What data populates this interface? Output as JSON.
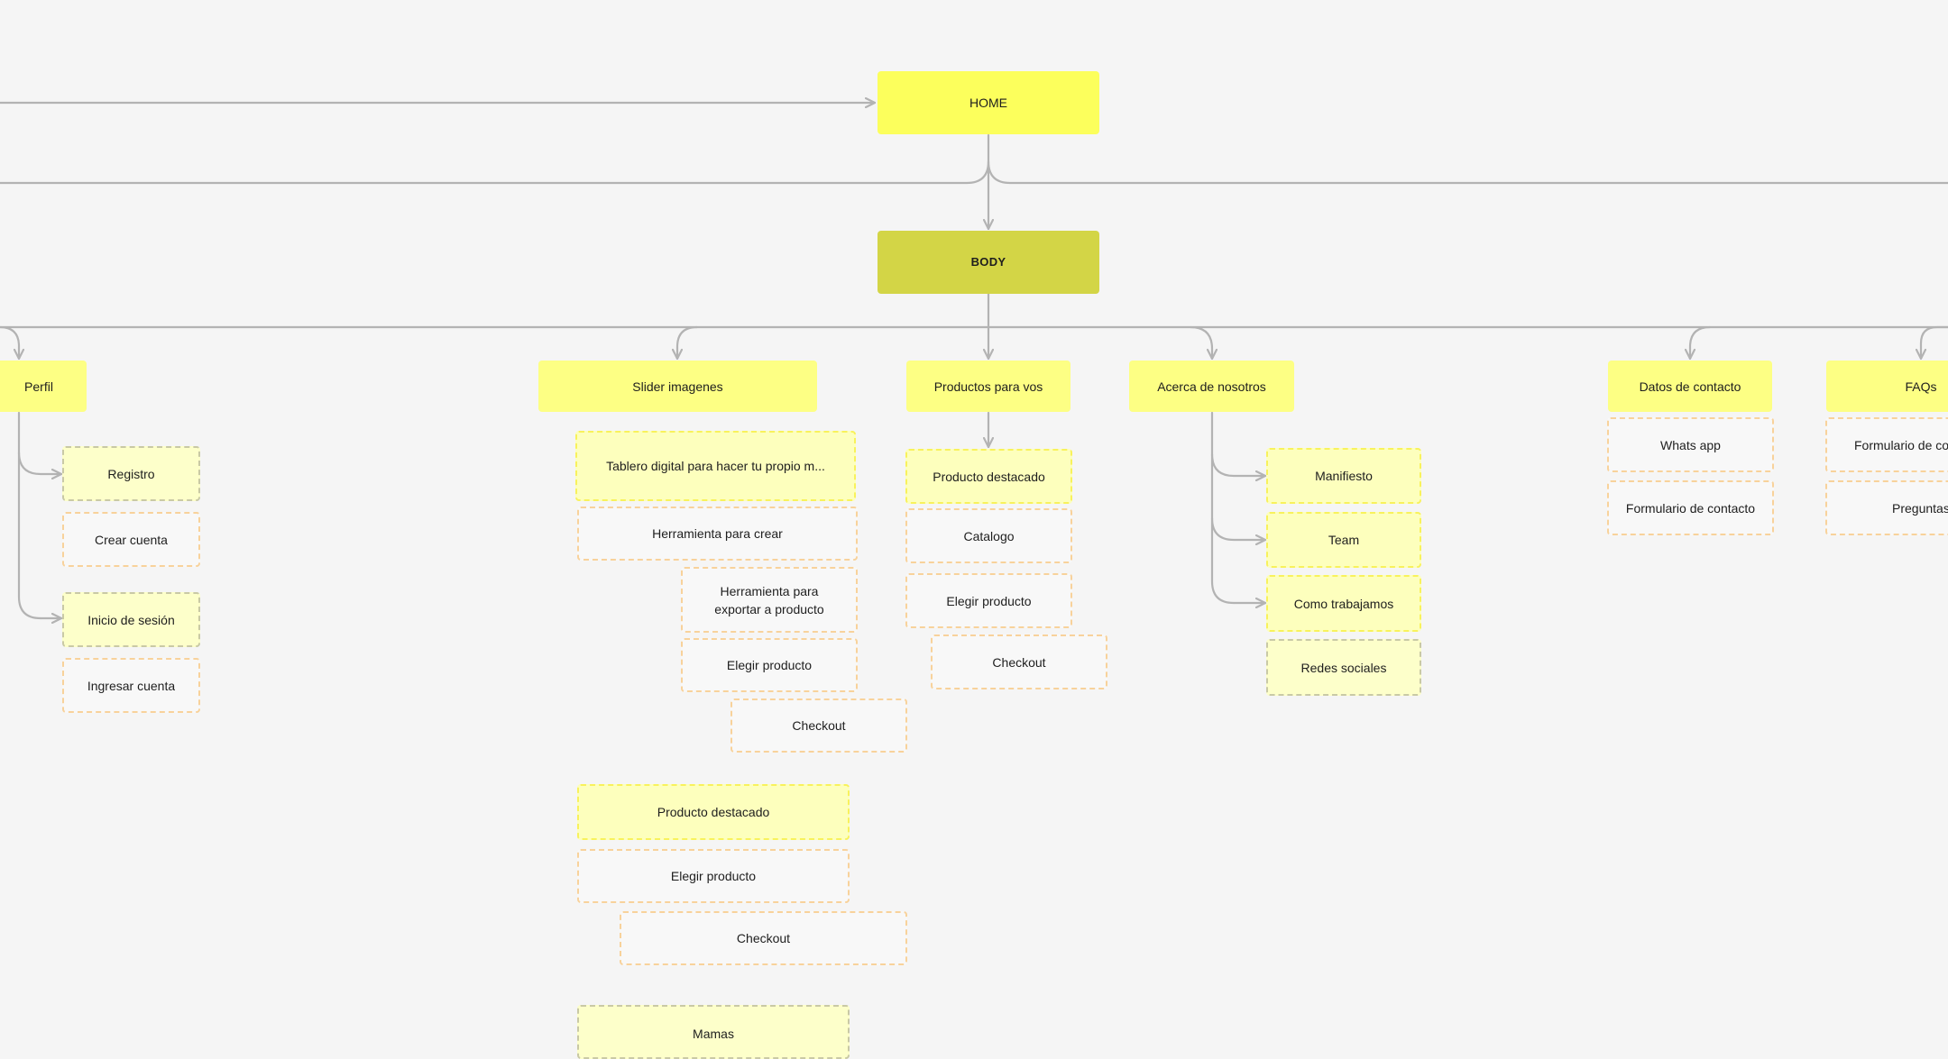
{
  "diagram": {
    "home": "HOME",
    "body": "BODY",
    "perfil": {
      "title": "Perfil",
      "items": [
        "Registro",
        "Crear cuenta",
        "Inicio de sesión",
        "Ingresar cuenta"
      ]
    },
    "slider": {
      "title": "Slider imagenes",
      "items": [
        "Tablero digital para hacer tu propio m...",
        "Herramienta para crear",
        "Herramienta para exportar a producto",
        "Elegir producto",
        "Checkout"
      ],
      "group2": [
        "Producto destacado",
        "Elegir producto",
        "Checkout"
      ],
      "group3": [
        "Mamas"
      ]
    },
    "productos": {
      "title": "Productos para vos",
      "items": [
        "Producto destacado",
        "Catalogo",
        "Elegir producto",
        "Checkout"
      ]
    },
    "acerca": {
      "title": "Acerca de nosotros",
      "items": [
        "Manifiesto",
        "Team",
        "Como trabajamos",
        "Redes sociales"
      ]
    },
    "contacto": {
      "title": "Datos de contacto",
      "items": [
        "Whats app",
        "Formulario de contacto"
      ]
    },
    "faqs": {
      "title": "FAQs",
      "items": [
        "Formulario de co",
        "Preguntas"
      ]
    }
  }
}
